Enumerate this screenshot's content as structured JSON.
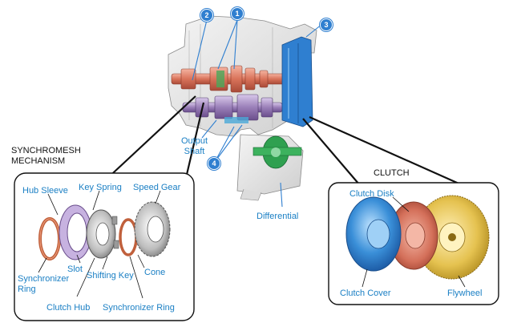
{
  "callouts": [
    "1",
    "2",
    "3",
    "4"
  ],
  "transmission": {
    "output_shaft": "Output\nShaft",
    "differential": "Differential"
  },
  "synchromesh": {
    "heading": "SYNCHROMESH\nMECHANISM",
    "hub_sleeve": "Hub Sleeve",
    "key_spring": "Key Spring",
    "speed_gear": "Speed Gear",
    "slot": "Slot",
    "synchronizer_ring_left": "Synchronizer\nRing",
    "shifting_key": "Shifting Key",
    "cone": "Cone",
    "clutch_hub": "Clutch Hub",
    "synchronizer_ring_right": "Synchronizer Ring"
  },
  "clutch": {
    "heading": "CLUTCH",
    "clutch_disk": "Clutch Disk",
    "clutch_cover": "Clutch Cover",
    "flywheel": "Flywheel"
  },
  "colors": {
    "label_blue": "#1a7fc4",
    "callout_blue": "#2f7fd0",
    "housing": "#e3e3e3",
    "shaft": "#d9735a",
    "gear_purple": "#9a7fb8",
    "clutch_blue": "#3a8fd8",
    "clutch_disk": "#d4705a",
    "flywheel": "#e5c250",
    "differential_green": "#2fa050"
  }
}
